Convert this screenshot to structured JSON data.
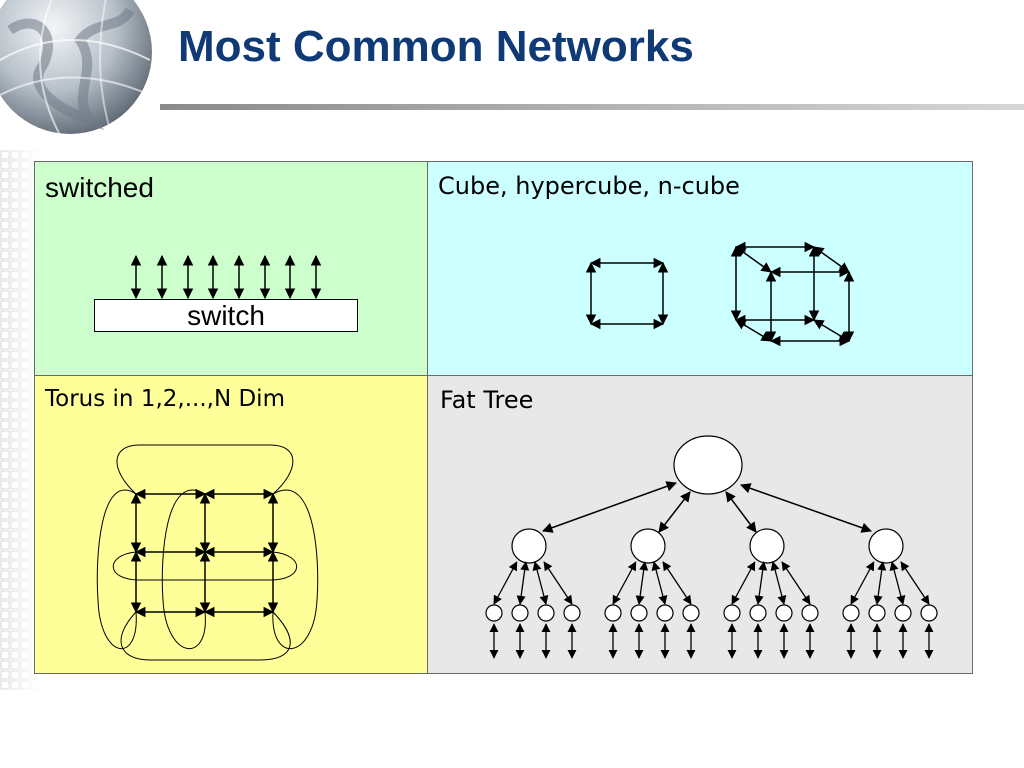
{
  "slide": {
    "title": "Most Common Networks"
  },
  "panels": {
    "switched": {
      "label": "switched",
      "switch_label": "switch",
      "color": "#ccffcc"
    },
    "cube": {
      "label": "Cube, hypercube, n-cube",
      "color": "#ccffff"
    },
    "torus": {
      "label": "Torus in 1,2,...,N Dim",
      "color": "#ffff99"
    },
    "fat_tree": {
      "label": "Fat Tree",
      "color": "#e8e8e8"
    }
  },
  "colors": {
    "title": "#0f3a75"
  }
}
